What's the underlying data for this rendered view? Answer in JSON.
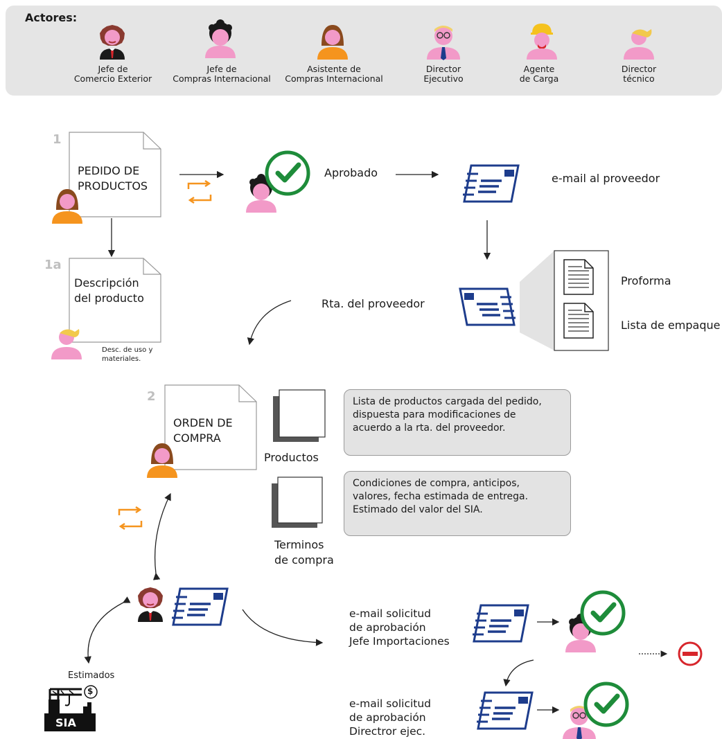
{
  "actors": {
    "title": "Actores:",
    "items": [
      {
        "label": "Jefe de\nComercio Exterior"
      },
      {
        "label": "Jefe de\nCompras Internacional"
      },
      {
        "label": "Asistente de\nCompras Internacional"
      },
      {
        "label": "Director\nEjecutivo"
      },
      {
        "label": "Agente\nde Carga"
      },
      {
        "label": "Director\ntécnico"
      }
    ]
  },
  "step1": {
    "number": "1",
    "doc_title": "PEDIDO DE\nPRODUCTOS",
    "approved_label": "Aprobado",
    "email_supplier_label": "e-mail al proveedor"
  },
  "step1a": {
    "number": "1a",
    "doc_title": "Descripción\ndel producto",
    "note": "Desc. de uso y\nmateriales."
  },
  "supplier": {
    "reply_label": "Rta. del proveedor",
    "docs": [
      "Proforma",
      "Lista de empaque"
    ]
  },
  "step2": {
    "number": "2",
    "doc_title": "ORDEN DE\nCOMPRA",
    "products_label": "Productos",
    "terms_label": "Terminos\nde compra",
    "products_note": "Lista de productos cargada del pedido,\ndispuesta para modificaciones de\nacuerdo a la rta. del proveedor.",
    "terms_note": "Condiciones de compra, anticipos,\nvalores, fecha estimada de entrega.\nEstimado del valor del SIA."
  },
  "approval": {
    "request1": "e-mail solicitud\nde aprobación\nJefe Importaciones",
    "request2": "e-mail solicitud\nde aprobación\nDirectror ejec.",
    "estimates_label": "Estimados",
    "sia_label": "SIA",
    "dollar": "$"
  },
  "colors": {
    "pink": "#f29ac8",
    "orange": "#f5941e",
    "navy": "#1d3c8c",
    "green": "#1e8c3a",
    "red": "#d7262c",
    "band": "#e5e5e5"
  }
}
